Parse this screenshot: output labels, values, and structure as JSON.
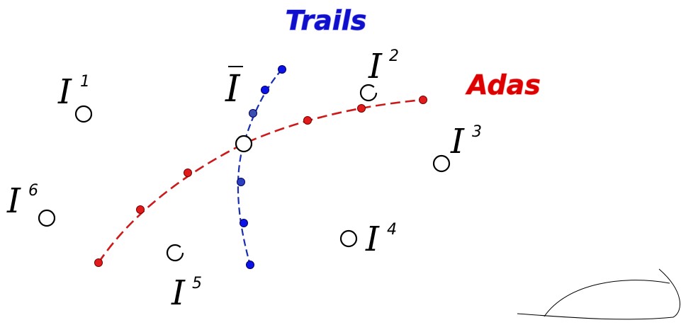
{
  "labels": {
    "trails": "Trails",
    "adas": "Adas",
    "mean_symbol": "I",
    "image_symbol": "I",
    "i1_sup": "1",
    "i2_sup": "2",
    "i3_sup": "3",
    "i4_sup": "4",
    "i5_sup": "5",
    "i6_sup": "6"
  },
  "colors": {
    "trails": "#1010cc",
    "trails_outline": "#8888ff",
    "adas": "#dd0000",
    "adas_outline": "#ff9090",
    "trail_point": "#0a12e6",
    "trail_point_mid": "#3a4fb0",
    "adas_point": "#e11b1b",
    "circle_stroke": "#000000"
  }
}
